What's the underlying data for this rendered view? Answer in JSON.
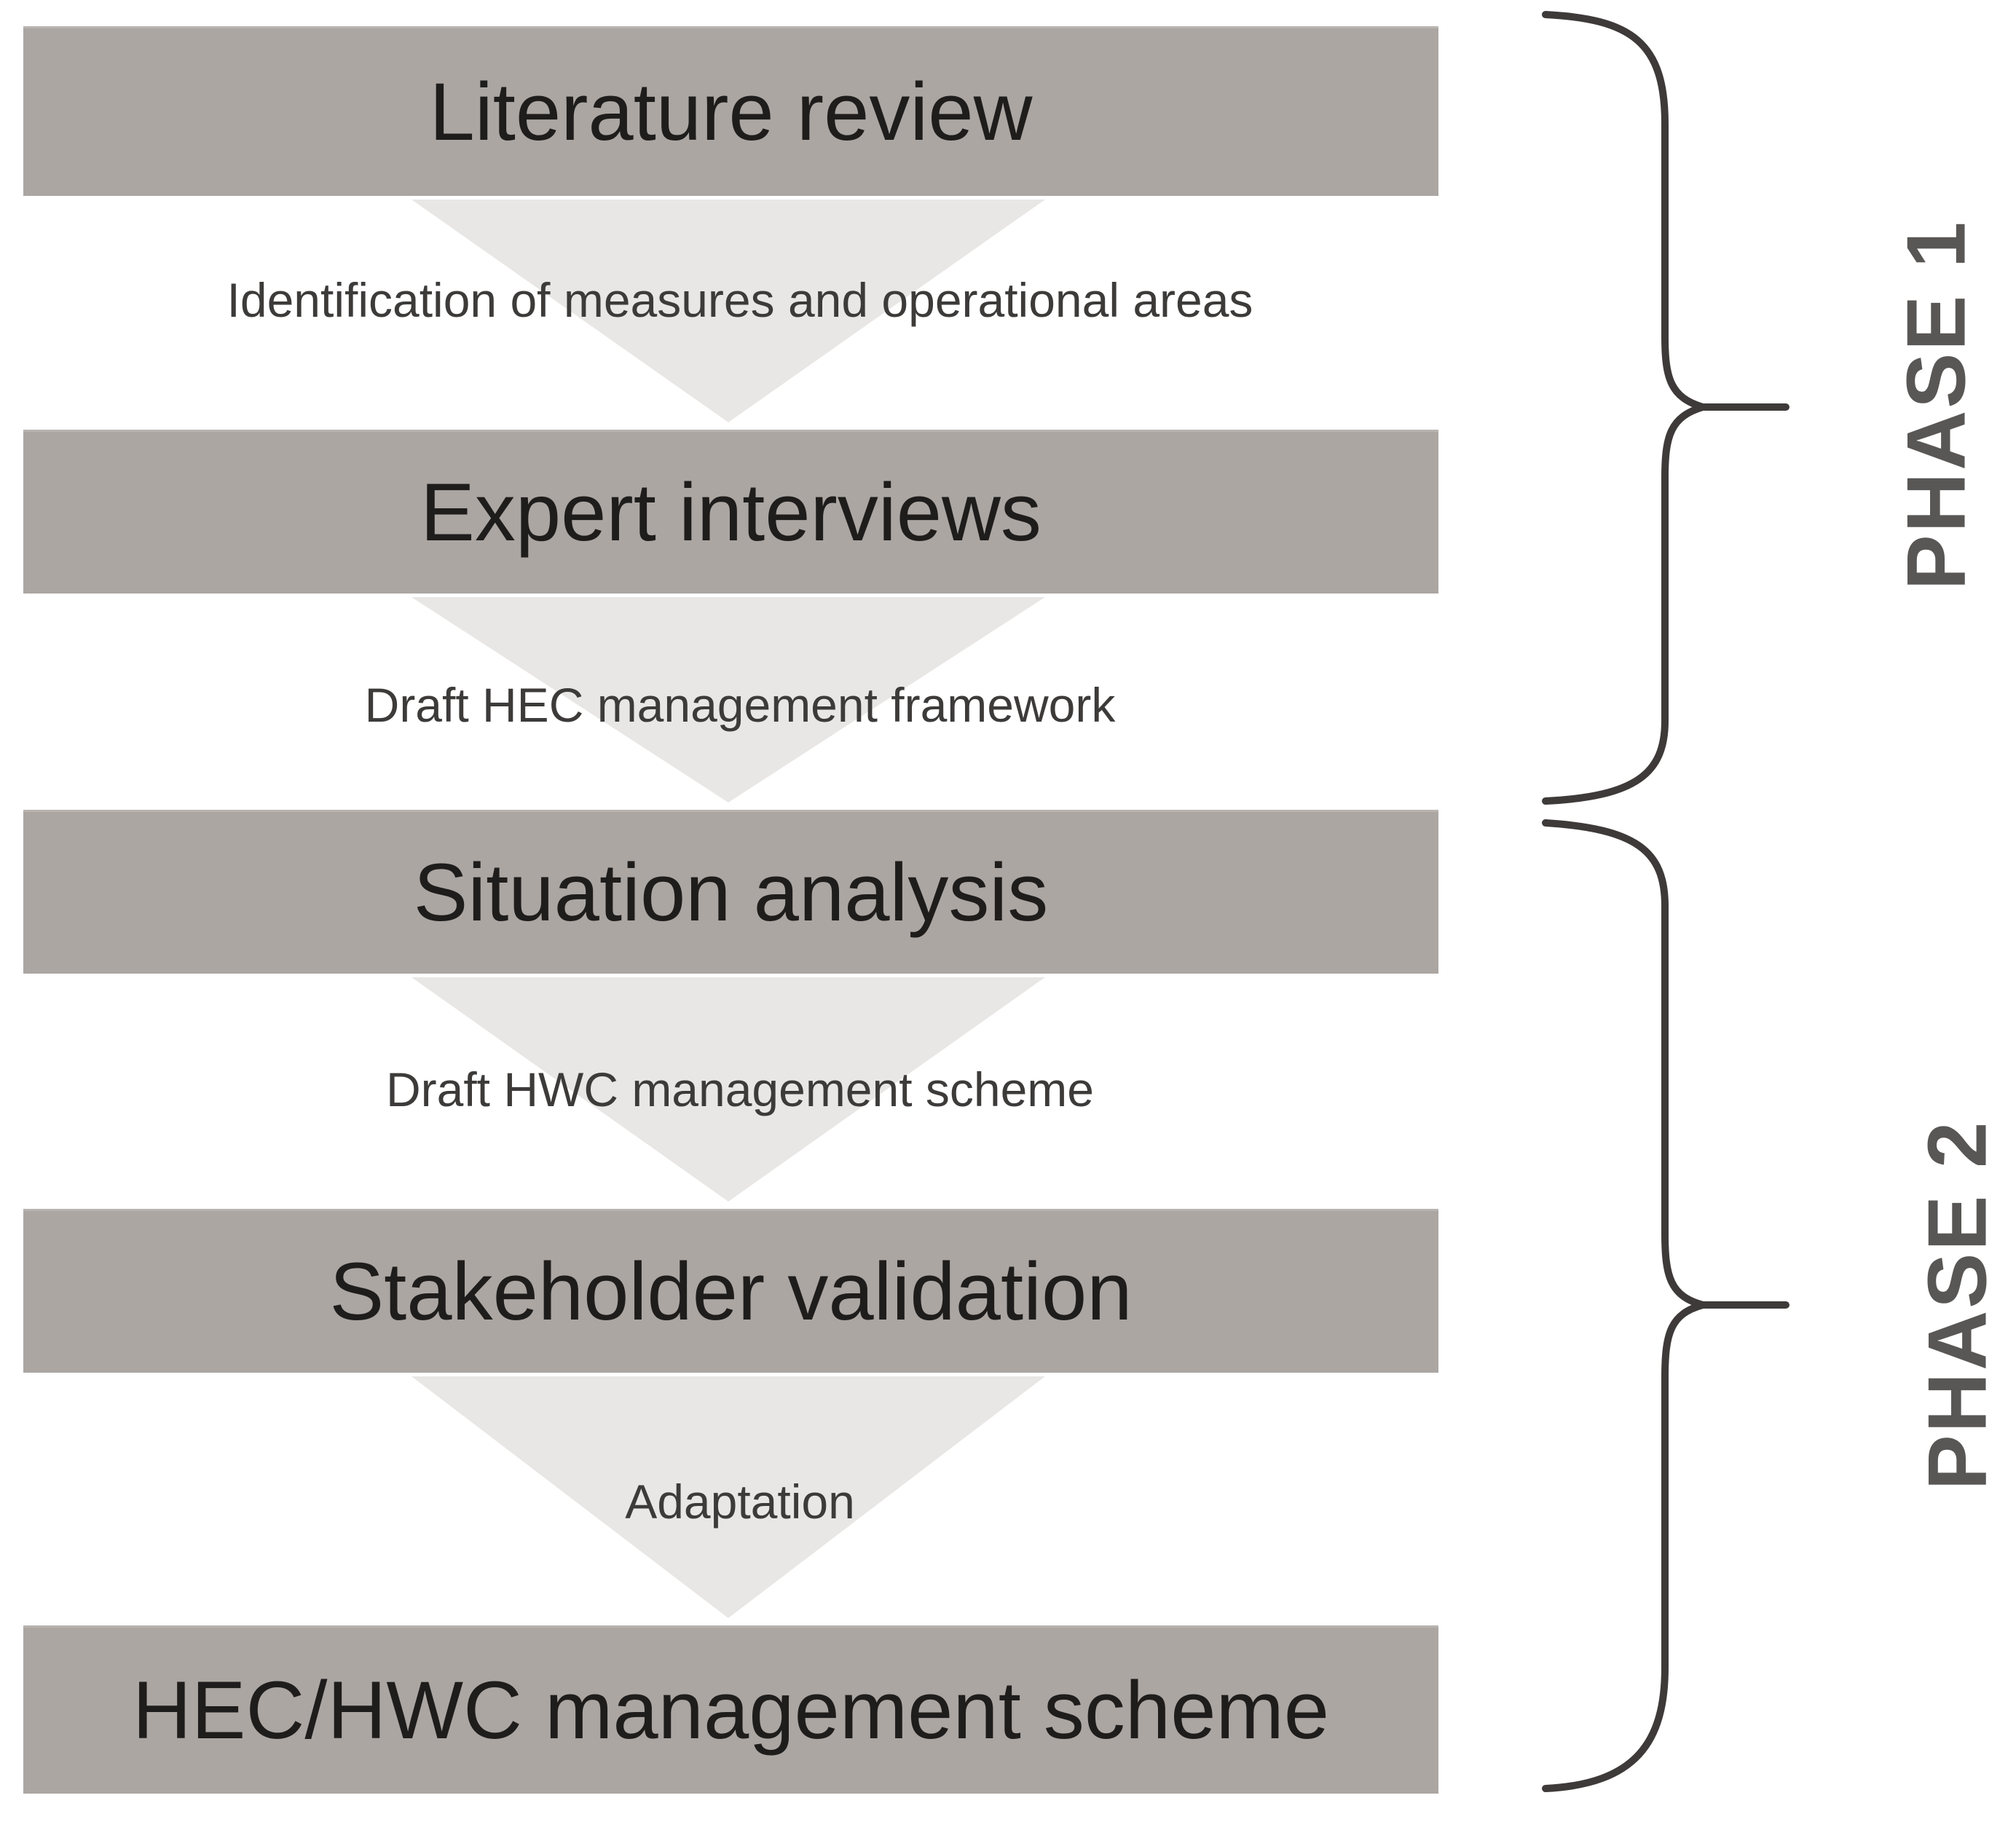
{
  "page": {
    "background": "#ffffff"
  },
  "flow": {
    "steps": [
      {
        "label": "Literature review"
      },
      {
        "label": "Expert interviews"
      },
      {
        "label": "Situation analysis"
      },
      {
        "label": "Stakeholder validation"
      },
      {
        "label": "HEC/HWC management scheme"
      }
    ],
    "transitions": [
      {
        "label": "Identification of measures and operational areas"
      },
      {
        "label": "Draft HEC management framework"
      },
      {
        "label": "Draft HWC management scheme"
      },
      {
        "label": "Adaptation"
      }
    ]
  },
  "phases": [
    {
      "label": "PHASE 1"
    },
    {
      "label": "PHASE 2"
    }
  ],
  "colors": {
    "bar_fill": "#aba6a2",
    "triangle_fill": "#e8e7e5",
    "step_text": "#1f1d1c",
    "transition_text": "#3d3b3a",
    "brace_stroke": "#3e3a39",
    "phase_text": "#595755"
  }
}
